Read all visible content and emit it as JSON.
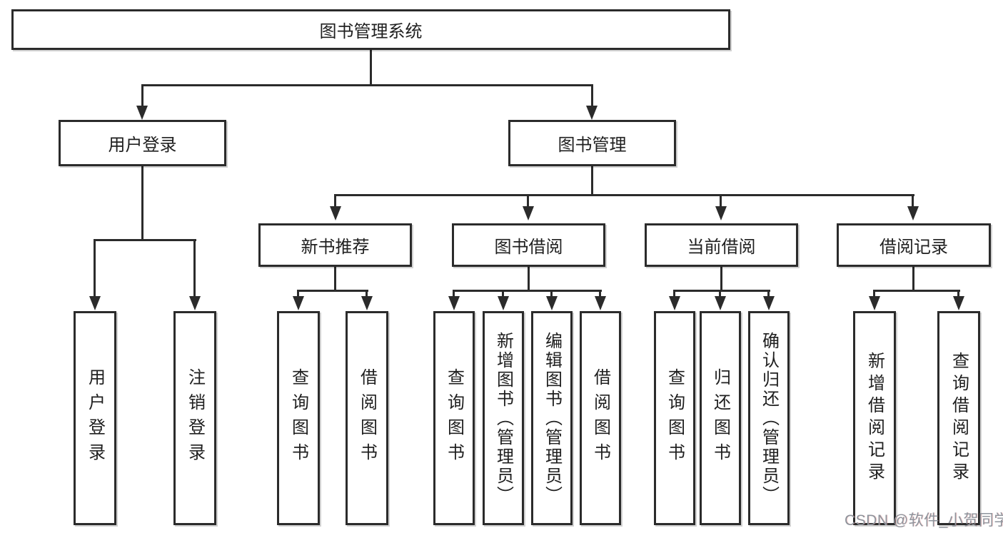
{
  "diagram": {
    "root_label": "图书管理系统",
    "level2": {
      "user_login": "用户登录",
      "book_management": "图书管理"
    },
    "level3": {
      "new_book_recommend": "新书推荐",
      "book_borrow": "图书借阅",
      "current_borrow": "当前借阅",
      "borrow_records": "借阅记录"
    },
    "leaves": {
      "user_login": [
        "用户登录",
        "注销登录"
      ],
      "new_book_recommend": [
        "查询图书",
        "借阅图书"
      ],
      "book_borrow": [
        "查询图书",
        "新增图书（管理员）",
        "编辑图书（管理员）",
        "借阅图书"
      ],
      "current_borrow": [
        "查询图书",
        "归还图书",
        "确认归还（管理员）"
      ],
      "borrow_records": [
        "新增借阅记录",
        "查询借阅记录"
      ]
    },
    "colors": {
      "line": "#2b2b2b",
      "text": "#1f1f1f",
      "background": "#ffffff",
      "watermark": "#8e949c"
    },
    "watermark": "CSDN @软件_小贺同学"
  }
}
